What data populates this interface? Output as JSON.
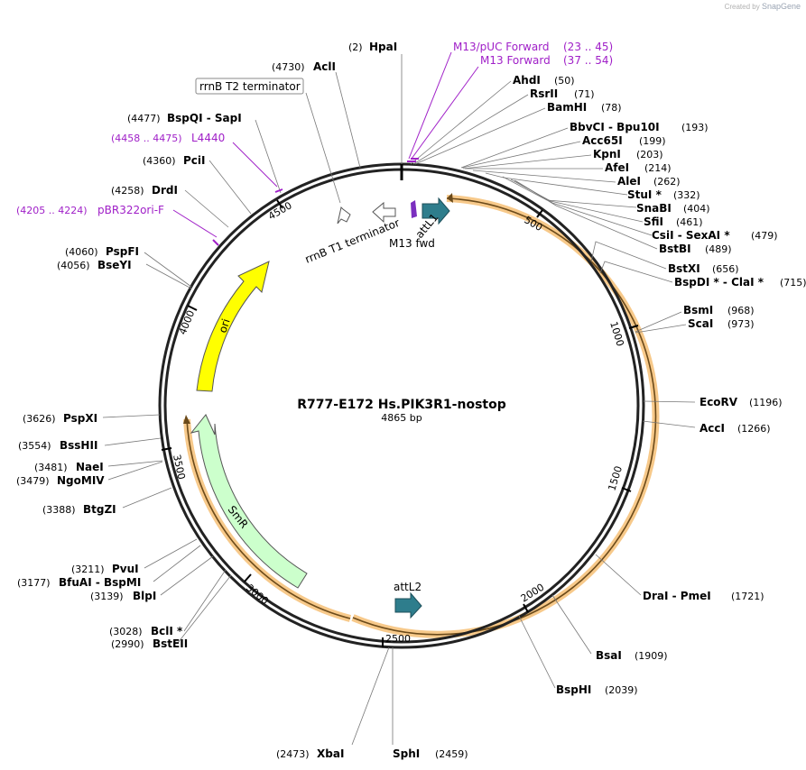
{
  "credit": {
    "prefix": "Created by",
    "brand": "SnapGene"
  },
  "plasmid": {
    "name": "R777-E172 Hs.PIK3R1-nostop",
    "size_label": "4865 bp",
    "length": 4865
  },
  "tick_labels": [
    "500",
    "1000",
    "1500",
    "2000",
    "2500",
    "3000",
    "3500",
    "4000",
    "4500"
  ],
  "sites": [
    {
      "name": "HpaI",
      "pos": "(2)"
    },
    {
      "name": "AclI",
      "pos": "(4730)"
    },
    {
      "name": "AhdI",
      "pos": "(50)"
    },
    {
      "name": "RsrII",
      "pos": "(71)"
    },
    {
      "name": "BamHI",
      "pos": "(78)"
    },
    {
      "name": "BbvCI  -  Bpu10I",
      "pos": "(193)"
    },
    {
      "name": "Acc65I",
      "pos": "(199)"
    },
    {
      "name": "KpnI",
      "pos": "(203)"
    },
    {
      "name": "AfeI",
      "pos": "(214)"
    },
    {
      "name": "AleI",
      "pos": "(262)"
    },
    {
      "name": "StuI *",
      "pos": "(332)"
    },
    {
      "name": "SnaBI",
      "pos": "(404)"
    },
    {
      "name": "SfiI",
      "pos": "(461)"
    },
    {
      "name": "CsiI  -  SexAI *",
      "pos": "(479)"
    },
    {
      "name": "BstBI",
      "pos": "(489)"
    },
    {
      "name": "BstXI",
      "pos": "(656)"
    },
    {
      "name": "BspDI *  -  ClaI *",
      "pos": "(715)"
    },
    {
      "name": "BsmI",
      "pos": "(968)"
    },
    {
      "name": "ScaI",
      "pos": "(973)"
    },
    {
      "name": "EcoRV",
      "pos": "(1196)"
    },
    {
      "name": "AccI",
      "pos": "(1266)"
    },
    {
      "name": "DraI  -  PmeI",
      "pos": "(1721)"
    },
    {
      "name": "BsaI",
      "pos": "(1909)"
    },
    {
      "name": "BspHI",
      "pos": "(2039)"
    },
    {
      "name": "SphI",
      "pos": "(2459)"
    },
    {
      "name": "XbaI",
      "pos": "(2473)"
    },
    {
      "name": "BstEII",
      "pos": "(2990)"
    },
    {
      "name": "BclI *",
      "pos": "(3028)"
    },
    {
      "name": "BlpI",
      "pos": "(3139)"
    },
    {
      "name": "BfuAI  -  BspMI",
      "pos": "(3177)"
    },
    {
      "name": "PvuI",
      "pos": "(3211)"
    },
    {
      "name": "BtgZI",
      "pos": "(3388)"
    },
    {
      "name": "NgoMIV",
      "pos": "(3479)"
    },
    {
      "name": "NaeI",
      "pos": "(3481)"
    },
    {
      "name": "BssHII",
      "pos": "(3554)"
    },
    {
      "name": "PspXI",
      "pos": "(3626)"
    },
    {
      "name": "BseYI",
      "pos": "(4056)"
    },
    {
      "name": "PspFI",
      "pos": "(4060)"
    },
    {
      "name": "DrdI",
      "pos": "(4258)"
    },
    {
      "name": "PciI",
      "pos": "(4360)"
    },
    {
      "name": "BspQI  -  SapI",
      "pos": "(4477)"
    }
  ],
  "primers": [
    {
      "name": "M13/pUC Forward",
      "range": "(23 .. 45)"
    },
    {
      "name": "M13 Forward",
      "range": "(37 .. 54)"
    },
    {
      "name": "L4440",
      "range": "(4458 .. 4475)"
    },
    {
      "name": "pBR322ori-F",
      "range": "(4205 .. 4224)"
    }
  ],
  "features": [
    {
      "name": "rrnB T2 terminator"
    },
    {
      "name": "rrnB T1 terminator"
    },
    {
      "name": "attL1"
    },
    {
      "name": "M13 fwd"
    },
    {
      "name": "ori"
    },
    {
      "name": "SmR"
    },
    {
      "name": "attL2"
    }
  ],
  "colors": {
    "backbone": "#222222",
    "ori": "#ffff00",
    "smr": "#ccffcc",
    "attL": "#2e7d8c",
    "m13": "#7b2fbf",
    "primer": "#a020c8",
    "orf_highlight": "#f7c98a",
    "orf_line": "#6b4a1a"
  }
}
